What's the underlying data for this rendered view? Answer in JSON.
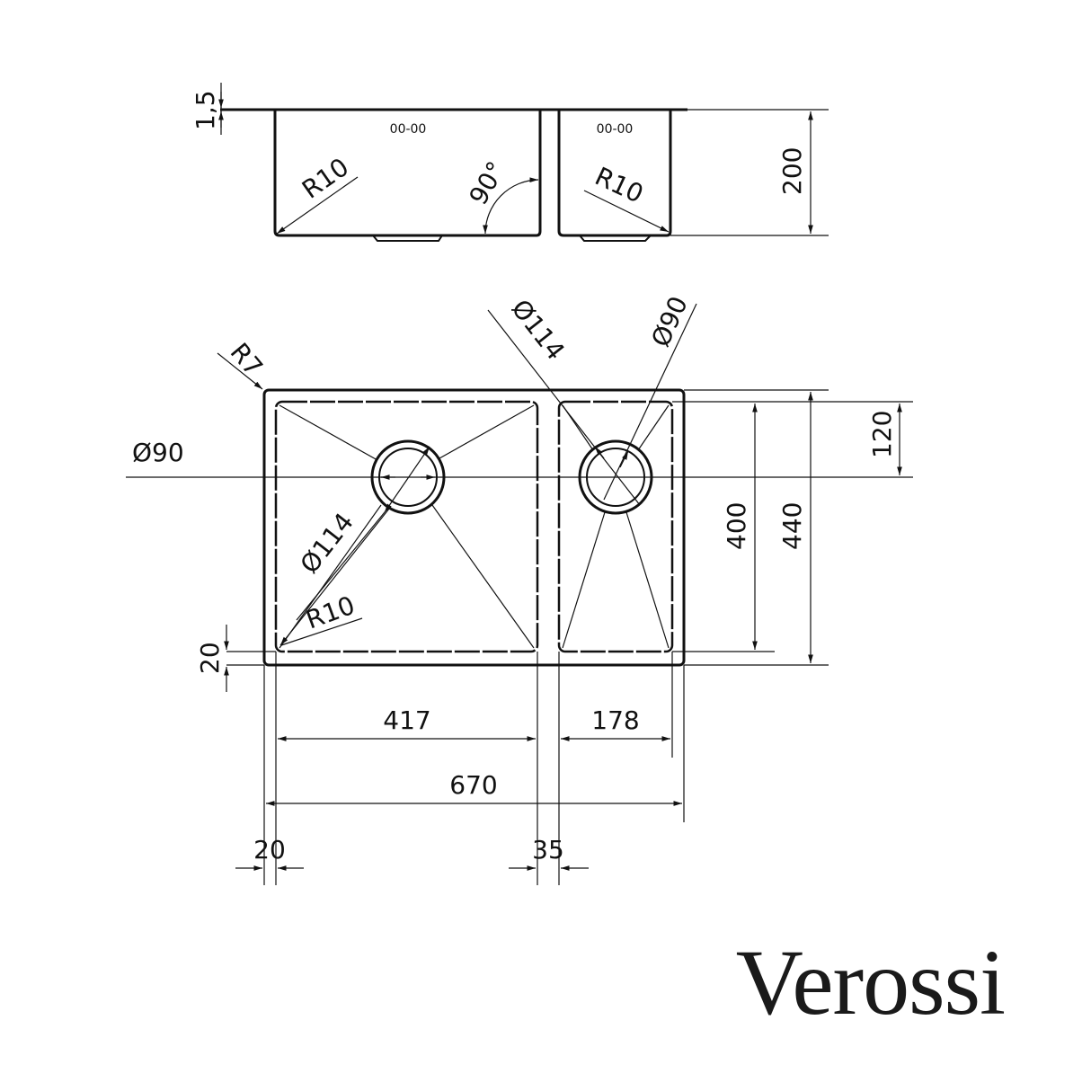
{
  "drawing": {
    "title": "Double bowl undermount sink technical drawing",
    "side_view": {
      "flange_thickness": "1,5",
      "height": "200",
      "left_bowl_radius": "R10",
      "right_bowl_radius": "R10",
      "corner_angle": "90°",
      "overflow_marks": [
        "00-00",
        "00-00"
      ]
    },
    "plan_view": {
      "outer_corner_radius": "R7",
      "left_waste_diameter": "Ø90",
      "left_waste_outer_diameter": "Ø114",
      "left_bowl_corner_radius": "R10",
      "right_waste_outer_diameter": "Ø114",
      "right_waste_diameter": "Ø90",
      "waste_offset_from_top": "120",
      "inner_depth": "400",
      "overall_depth": "440",
      "rim_width_bottom": "20",
      "left_bowl_width": "417",
      "right_bowl_width": "178",
      "overall_width": "670",
      "rim_width_left": "20",
      "divider_width": "35"
    }
  },
  "brand": {
    "logo_text": "Verossi"
  }
}
